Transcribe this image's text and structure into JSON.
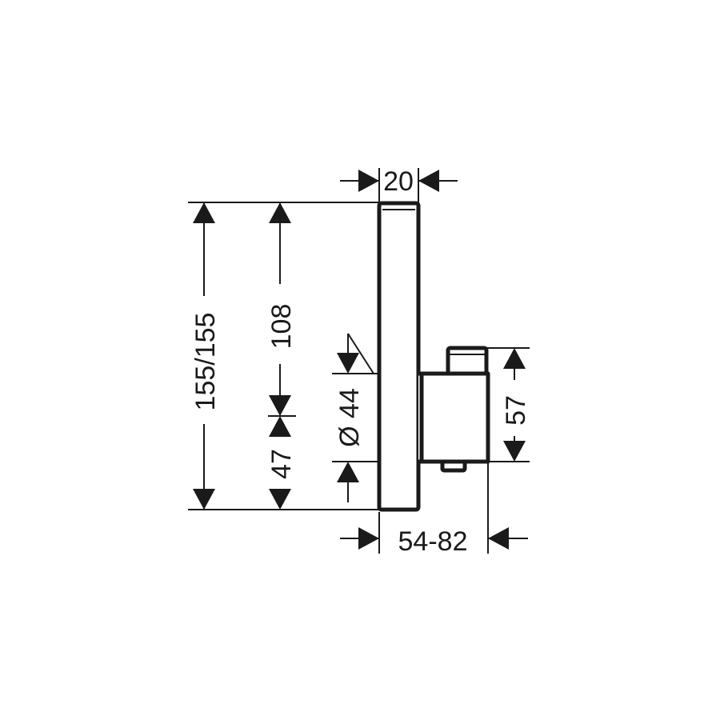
{
  "drawing": {
    "dimensions": {
      "plate_depth": "20",
      "total_height": "155/155",
      "upper_height": "108",
      "lower_height": "47",
      "diameter": "Ø 44",
      "body_height": "57",
      "installation_depth": "54-82"
    },
    "colors": {
      "line": "#1a1a1a",
      "background": "#ffffff"
    }
  }
}
